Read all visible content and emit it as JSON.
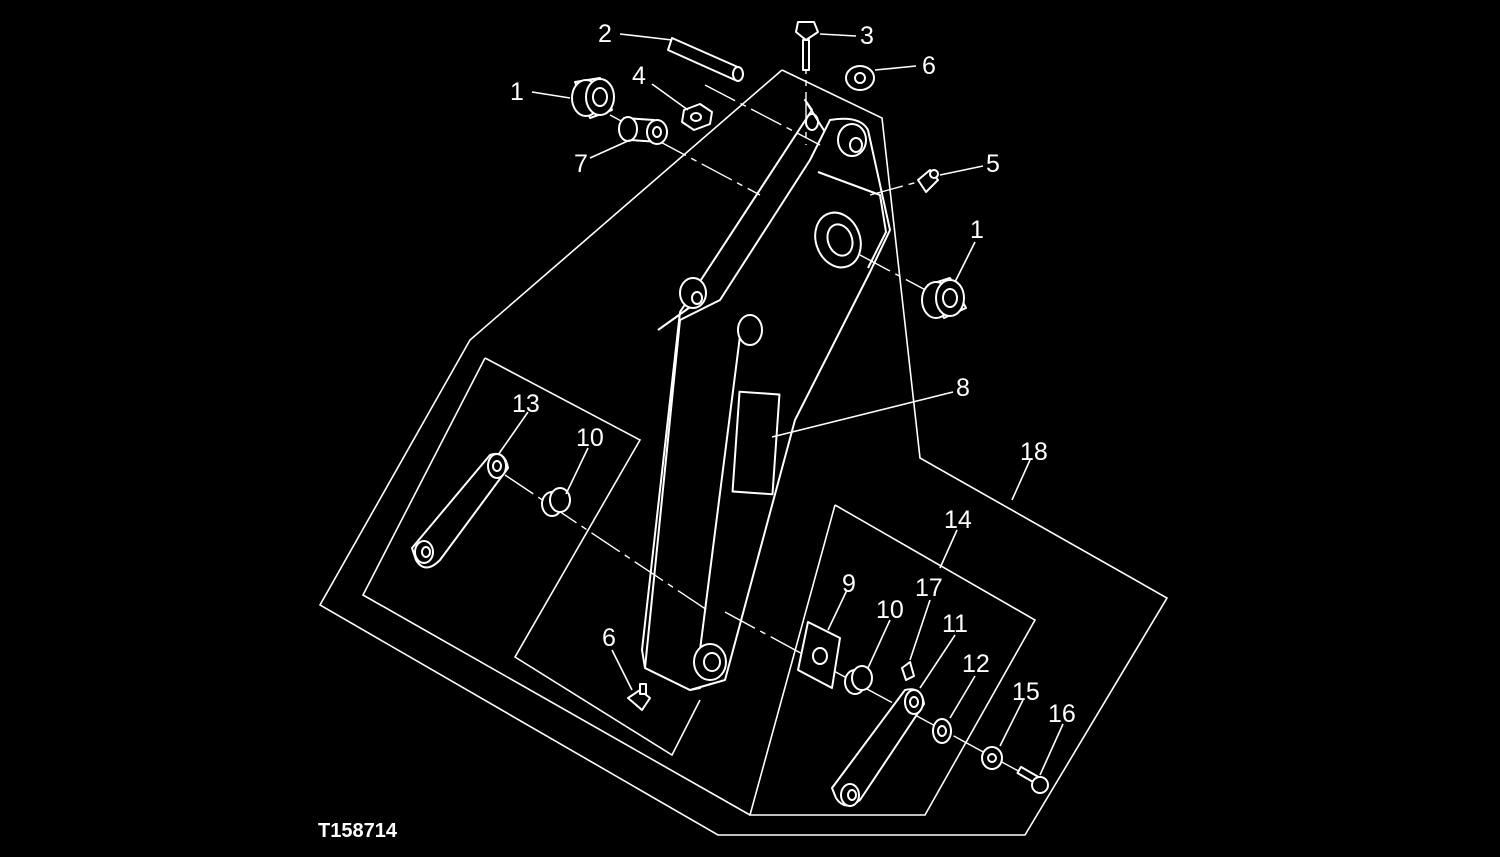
{
  "figure_id": "T158714",
  "callouts": {
    "c1a": "1",
    "c1b": "1",
    "c2": "2",
    "c3": "3",
    "c4": "4",
    "c5": "5",
    "c6a": "6",
    "c6b": "6",
    "c7": "7",
    "c8": "8",
    "c9": "9",
    "c10a": "10",
    "c10b": "10",
    "c11": "11",
    "c12": "12",
    "c13": "13",
    "c14": "14",
    "c15": "15",
    "c16": "16",
    "c17": "17",
    "c18": "18"
  }
}
